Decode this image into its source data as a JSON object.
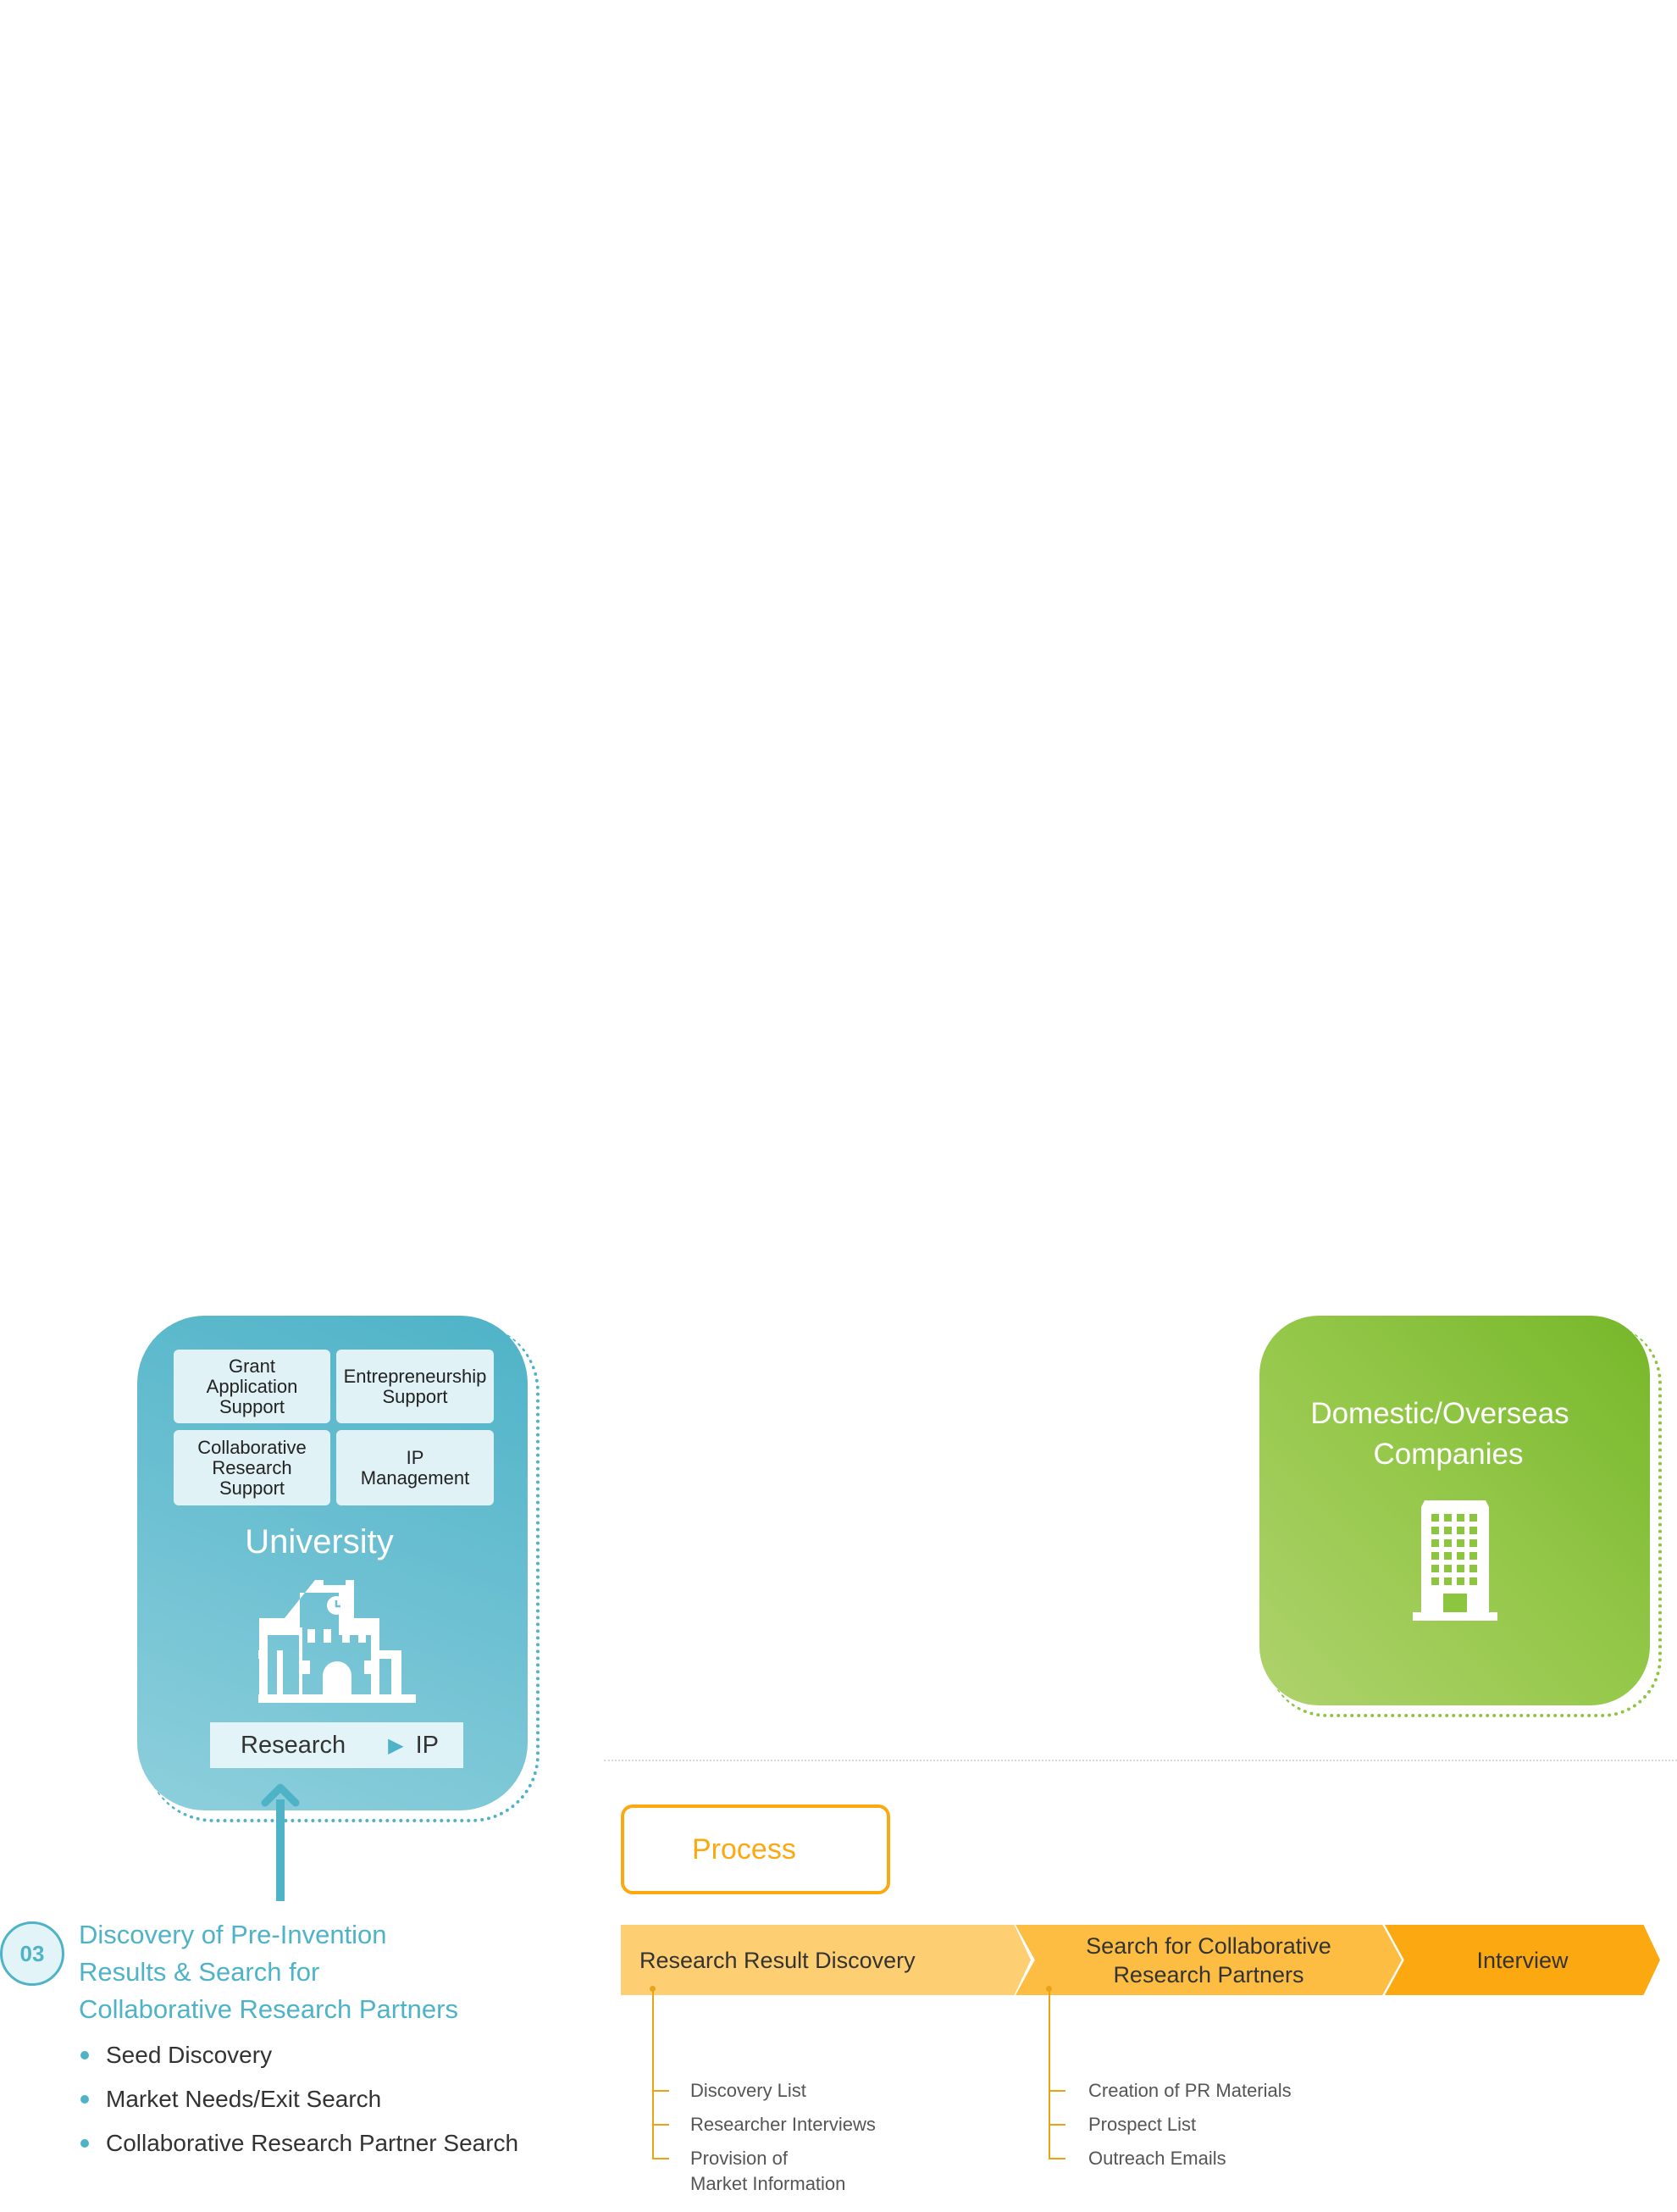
{
  "university": {
    "services": [
      "Grant\nApplication\nSupport",
      "Entrepreneurship\nSupport",
      "Collaborative\nResearch\nSupport",
      "IP\nManagement"
    ],
    "title": "University",
    "research_label": "Research",
    "ip_label": "IP"
  },
  "companies": {
    "title_line1": "Domestic/Overseas",
    "title_line2": "Companies"
  },
  "section": {
    "number": "03",
    "title_lines": [
      "Discovery of Pre-Invention",
      "Results & Search for",
      "Collaborative Research Partners"
    ],
    "bullets": [
      "Seed Discovery",
      "Market Needs/Exit Search",
      "Collaborative Research Partner Search"
    ]
  },
  "process": {
    "label": "Process",
    "steps": [
      {
        "label": "Research Result Discovery",
        "color": "#fdcf72",
        "items": [
          "Discovery List",
          "Researcher Interviews",
          "Provision of\nMarket Information"
        ]
      },
      {
        "label": "Search for Collaborative\nResearch Partners",
        "color": "#fdbd42",
        "items": [
          "Creation of PR Materials",
          "Prospect List",
          "Outreach Emails"
        ]
      },
      {
        "label": "Interview",
        "color": "#fca811",
        "items": []
      }
    ]
  },
  "colors": {
    "teal": "#4fb3c7",
    "green": "#8cc63f",
    "orange": "#fca811"
  }
}
